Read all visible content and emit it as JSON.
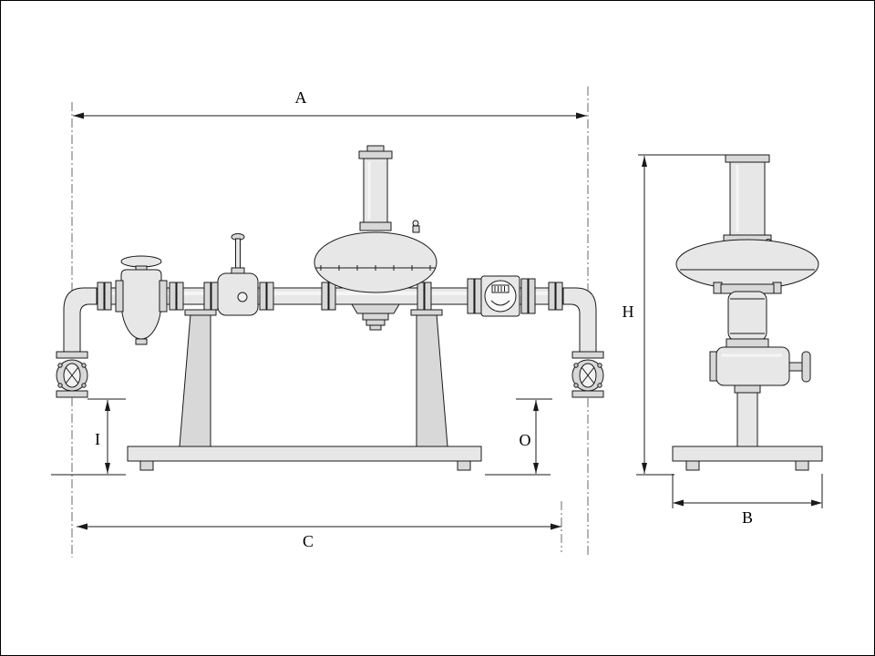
{
  "dim_labels": {
    "a": "A",
    "b": "B",
    "c": "C",
    "h": "H",
    "i": "I",
    "o": "O"
  },
  "colors": {
    "line": "#1a1a1a",
    "fill_light": "#e7e7e7",
    "fill_mid": "#d8d8d8",
    "fill_shadow": "#c9c9c9",
    "highlight": "#f5f5f5",
    "background": "#ffffff",
    "centerline": "#444444"
  }
}
